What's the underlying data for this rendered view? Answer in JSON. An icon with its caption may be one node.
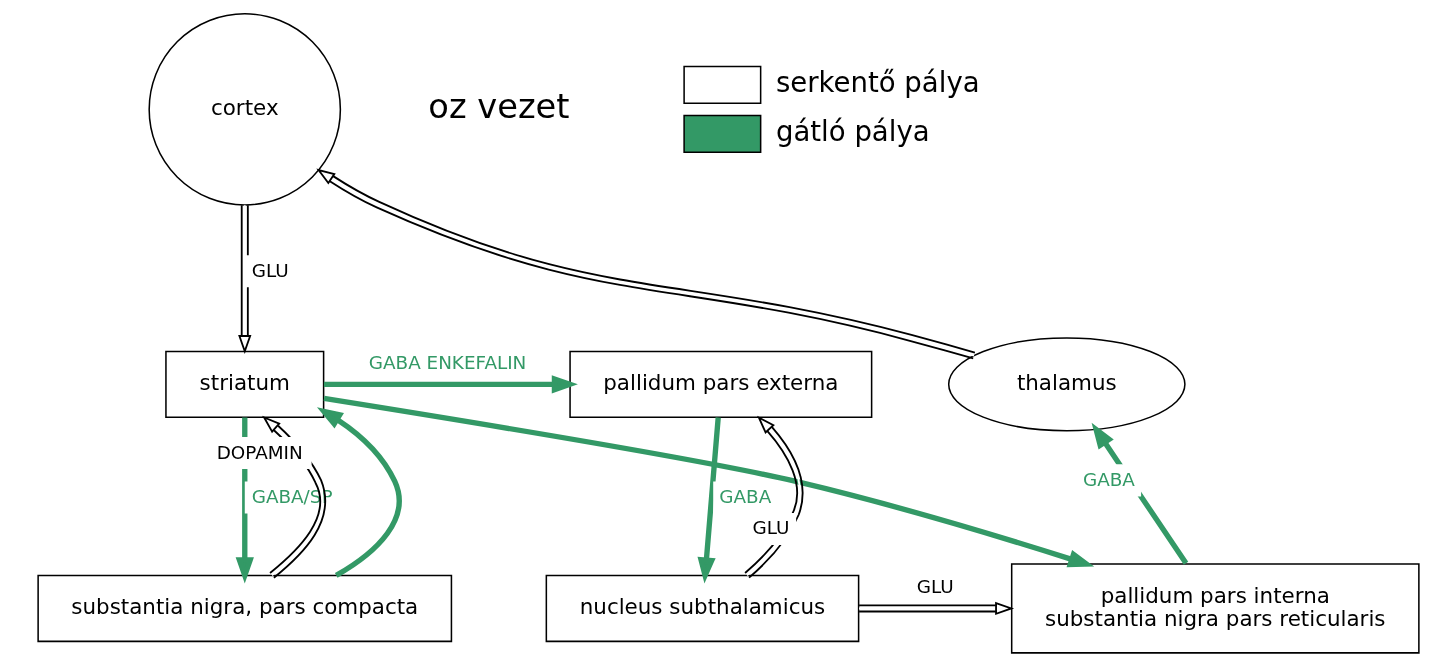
{
  "diagram": {
    "nodes": [
      {
        "text": [
          "cortex"
        ]
      },
      {
        "text": [
          "thalamus"
        ]
      },
      {
        "text": [
          "pallidum pars externa"
        ]
      },
      {
        "text": [
          "striatum"
        ]
      },
      {
        "text": [
          "substantia nigra, pars compacta"
        ]
      },
      {
        "text": [
          "nucleus subthalamicus"
        ]
      },
      {
        "text": [
          "pallidum pars interna",
          "substantia nigra pars reticularis"
        ]
      }
    ],
    "edges": [
      {
        "from": 1,
        "to": 0,
        "arrow": "to",
        "color": "#000000"
      },
      {
        "from": 0,
        "to": 3,
        "arrow": "to",
        "label": "GLU",
        "color": "#000000"
      },
      {
        "from": 3,
        "to": 2,
        "arrow": "to",
        "label": "GABA ENKEFALIN"
      },
      {
        "from": 4,
        "to": 3,
        "arrow": "to",
        "label": "DOPAMIN",
        "color": "#000000"
      },
      {
        "from": 4,
        "to": 3,
        "arrow": "to"
      },
      {
        "from": 3,
        "to": 4,
        "arrow": "to",
        "label": "GABA/SP"
      },
      {
        "from": 3,
        "to": 6,
        "arrow": "to"
      },
      {
        "from": 2,
        "to": 5,
        "arrow": "to",
        "label": "GABA"
      },
      {
        "from": 5,
        "to": 2,
        "arrow": "to",
        "label": "GLU",
        "color": "#000000"
      },
      {
        "from": 5,
        "to": 6,
        "arrow": "to",
        "label": "GLU",
        "color": "#000000"
      },
      {
        "from": 6,
        "to": 1,
        "arrow": "to",
        "label": "GABA"
      }
    ],
    "labels": [
      "oz vezet"
    ],
    "legend": [
      {
        "text": "serkentő pálya"
      },
      {
        "text": "gátló pálya",
        "color": "#339966"
      }
    ]
  }
}
